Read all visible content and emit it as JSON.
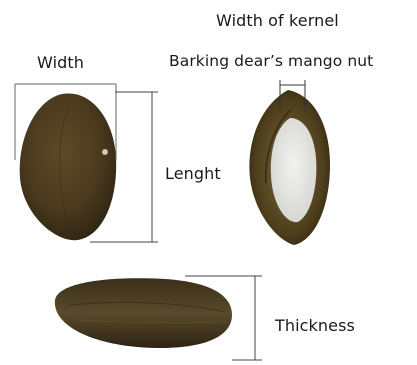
{
  "labels": {
    "width": "Width",
    "width_of_kernel": "Width of kernel",
    "species": "Barking dear’s mango nut",
    "length": "Lenght",
    "thickness": "Thickness"
  },
  "colors": {
    "seed_brown": "#4a3a1e",
    "seed_dark": "#2e2412",
    "kernel_white": "#e8e8e6",
    "measure_line": "#555555"
  }
}
